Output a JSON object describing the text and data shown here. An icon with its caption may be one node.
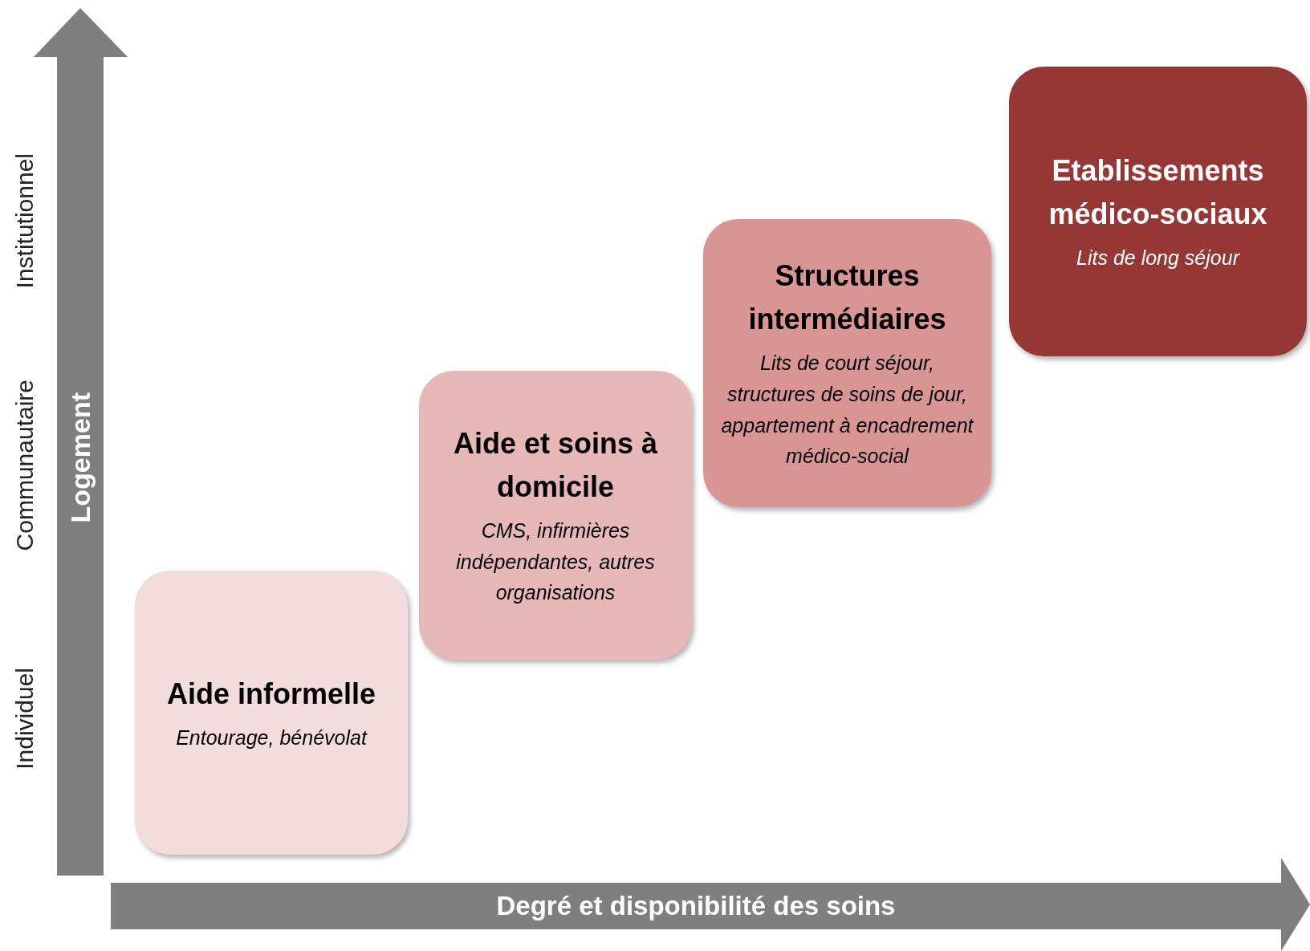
{
  "diagram": {
    "nodes": [
      {
        "text": [
          "Aide informelle",
          "Entourage, bénévolat"
        ]
      },
      {
        "text": [
          "Aide et soins à domicile",
          "CMS, infirmières indépendantes, autres organisations"
        ]
      },
      {
        "text": [
          "Structures intermédiaires",
          "Lits de court séjour, structures de soins de jour, appartement à encadrement médico-social"
        ]
      },
      {
        "text": [
          "Etablissements médico-sociaux",
          "Lits de long séjour"
        ]
      }
    ],
    "edges": [],
    "labels": [
      "Institutionnel",
      "Communautaire",
      "Individuel",
      "Logement",
      "Degré et disponibilité des soins"
    ]
  }
}
